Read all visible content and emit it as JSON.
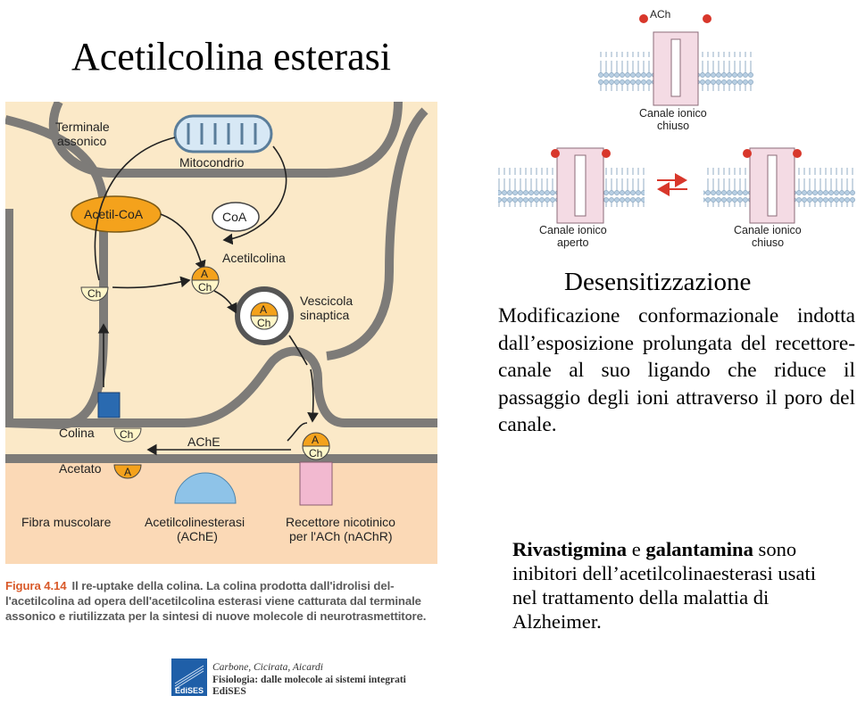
{
  "title": "Acetilcolina esterasi",
  "figure": {
    "labels": {
      "terminale": [
        "Terminale",
        "assonico"
      ],
      "mitocondrio": "Mitocondrio",
      "acetil_coa": "Acetil-CoA",
      "coa": "CoA",
      "acetilcolina": "Acetilcolina",
      "a": "A",
      "ch": "Ch",
      "vescicola": [
        "Vescicola",
        "sinaptica"
      ],
      "colina": "Colina",
      "ache": "AChE",
      "acetato": "Acetato",
      "fibra": "Fibra muscolare",
      "acetilcolinesterasi": [
        "Acetilcolinesterasi",
        "(AChE)"
      ],
      "recettore": [
        "Recettore nicotinico",
        "per l'ACh (nAChR)"
      ]
    },
    "caption_label": "Figura 4.14",
    "caption_text": "Il re-uptake della colina. La colina prodotta dall'idrolisi del-l'acetilcolina ad opera dell'acetilcolina esterasi viene catturata dal terminale assonico e riutilizzata per la sintesi di nuove molecole di neurotrasmettitore."
  },
  "channels": {
    "ach": "ACh",
    "top_state": [
      "Canale ionico",
      "chiuso"
    ],
    "left_state": [
      "Canale ionico",
      "aperto"
    ],
    "right_state": [
      "Canale ionico",
      "chiuso"
    ]
  },
  "desensitization": {
    "title": "Desensitizzazione",
    "text": "Modificazione conformazionale indotta dall’esposizione prolungata del recettore-canale al suo ligando che riduce il passaggio degli ioni attraverso il poro del canale."
  },
  "drugs": {
    "drug1": "Rivastigmina",
    "conj": " e ",
    "drug2": "galantamina",
    "rest": " sono inibitori dell’acetilcolinaesterasi usati nel trattamento della malattia di Alzheimer."
  },
  "publisher": {
    "authors": "Carbone, Cicirata, Aicardi",
    "book": "Fisiologia: dalle molecole ai sistemi integrati",
    "name": "EdiSES",
    "logo_text": "EdiSES"
  },
  "colors": {
    "figure_bg": "#fbe9c8",
    "membrane": "#7d7b78",
    "acetyl": "#f4a21c",
    "ache": "#8ec3e8",
    "receptor": "#f2b9d0",
    "caption_label": "#d95a2a",
    "channel": "#f4dbe4",
    "arrow_red": "#d8372b"
  }
}
